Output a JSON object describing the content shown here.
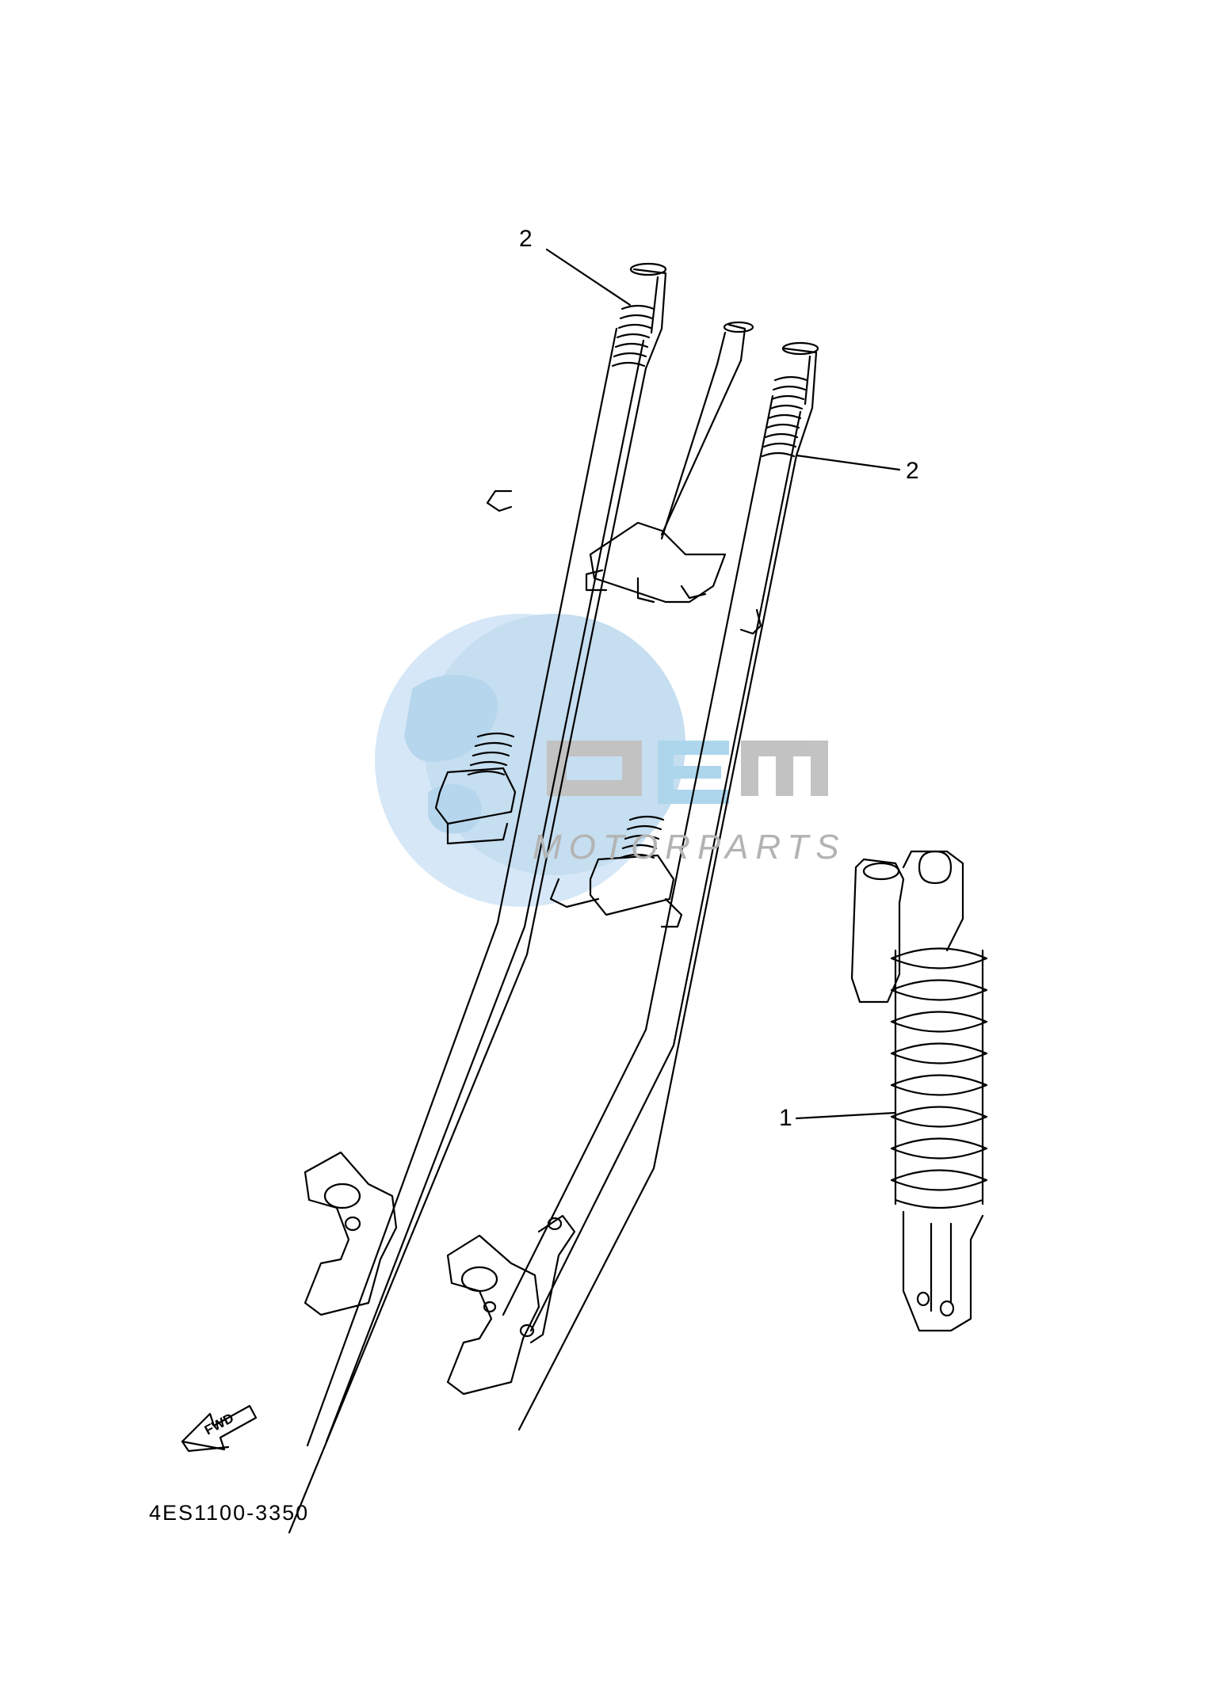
{
  "callouts": [
    {
      "id": "2a",
      "label": "2"
    },
    {
      "id": "2b",
      "label": "2"
    },
    {
      "id": "1",
      "label": "1"
    }
  ],
  "fwd_arrow_text": "FWD",
  "diagram_code": "4ES1100-3350",
  "watermark": {
    "main": "OEM",
    "sub": "MOTORPARTS"
  },
  "colors": {
    "line": "#000000",
    "background": "#ffffff",
    "watermark_gray": "#b8b8b8",
    "watermark_blue": "#8ccbe9"
  }
}
